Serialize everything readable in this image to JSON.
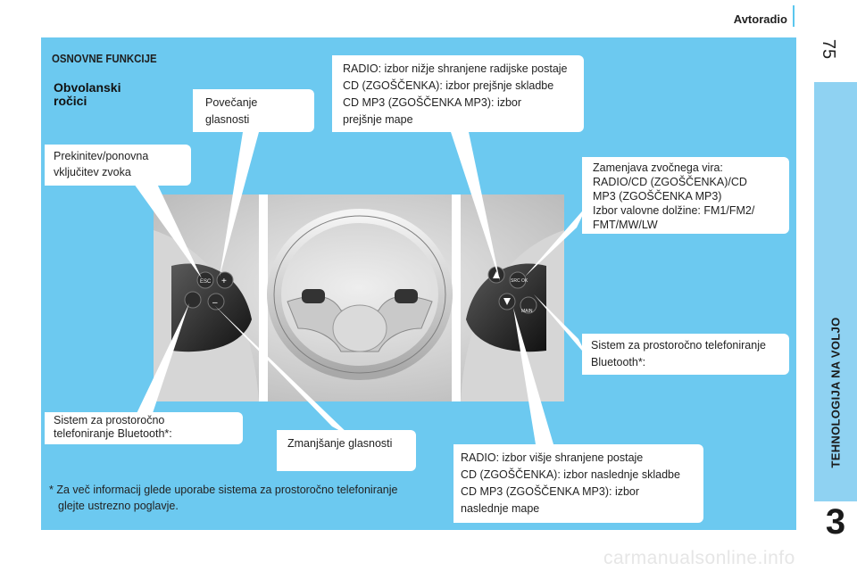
{
  "header": {
    "title": "Avtoradio",
    "page_number": "75"
  },
  "side_tab": {
    "label": "TEHNOLOGIJA NA VOLJO",
    "chapter": "3"
  },
  "section": {
    "title": "OSNOVNE FUNKCIJE",
    "subtitle": "Obvolanski ročici"
  },
  "callouts": {
    "volume_up": "Povečanje\nglasnosti",
    "mute": "Prekinitev/ponovna\nvključitev zvoka",
    "radio_prev": "RADIO: izbor nižje shranjene radijske postaje\nCD (ZGOŠČENKA): izbor prejšnje skladbe\nCD MP3 (ZGOŠČENKA MP3): izbor\nprejšnje mape",
    "source": "Zamenjava zvočnega vira:\nRADIO/CD (ZGOŠČENKA)/CD\nMP3 (ZGOŠČENKA MP3)\nIzbor valovne dolžine: FM1/FM2/\nFMT/MW/LW",
    "bt_right": "Sistem za prostoročno telefoniranje\nBluetooth*:",
    "bt_left": "Sistem za prostoročno\ntelefoniranje Bluetooth*:",
    "volume_down": "Zmanjšanje glasnosti",
    "radio_next": "RADIO: izbor višje shranjene postaje\nCD (ZGOŠČENKA): izbor naslednje skladbe\nCD MP3 (ZGOŠČENKA MP3): izbor\nnaslednje mape"
  },
  "photo": {
    "left_button_labels": [
      "ESC",
      "+",
      "–"
    ],
    "right_button_labels": [
      "SRC OK",
      "MAIN"
    ]
  },
  "footnote": {
    "line1": "* Za več informacij glede uporabe sistema za prostoročno telefoniranje",
    "line2": "glejte ustrezno poglavje."
  },
  "watermark": "carmanualsonline.info",
  "colors": {
    "panel": "#6cc9f0",
    "side_tab": "#8fd2f2",
    "accent_rule": "#5bc7ee"
  }
}
